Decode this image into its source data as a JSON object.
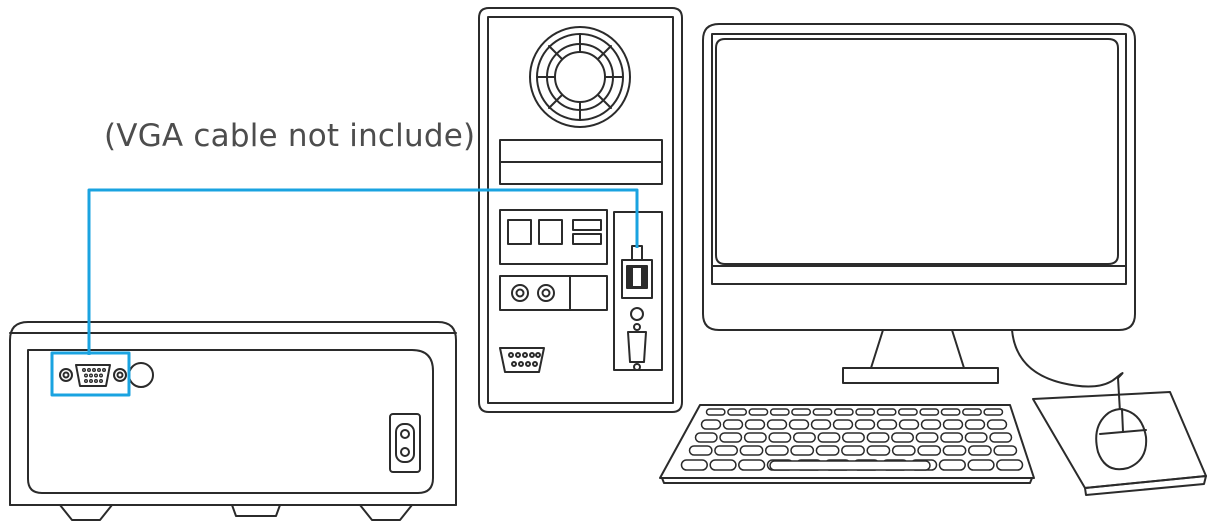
{
  "caption": "(VGA cable not include)",
  "colors": {
    "cable": "#1aa3e0",
    "outline": "#2b2b2b",
    "text": "#4d4d4d",
    "background": "#ffffff"
  },
  "icons": [
    "projector",
    "computer-tower",
    "vga-connector",
    "monitor",
    "keyboard",
    "mouse",
    "mouse-pad",
    "power-socket"
  ]
}
